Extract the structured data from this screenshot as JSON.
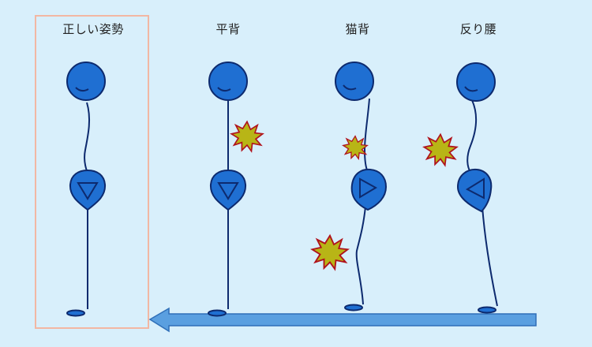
{
  "labels": {
    "correct": "正しい姿勢",
    "flat_back": "平背",
    "cat_back": "猫背",
    "sway_back": "反り腰"
  },
  "colors": {
    "background": "#d8effb",
    "body_fill": "#1f6fd2",
    "body_stroke": "#0d2a6e",
    "highlight_box": "#f2b7a3",
    "pain_fill": "#b8b516",
    "pain_stroke": "#b0121c",
    "arrow_fill": "#5a9fe0",
    "arrow_stroke": "#2f6fb8"
  },
  "icons": [
    "pain-burst-icon",
    "arrow-left-icon",
    "triangle-down-icon"
  ]
}
